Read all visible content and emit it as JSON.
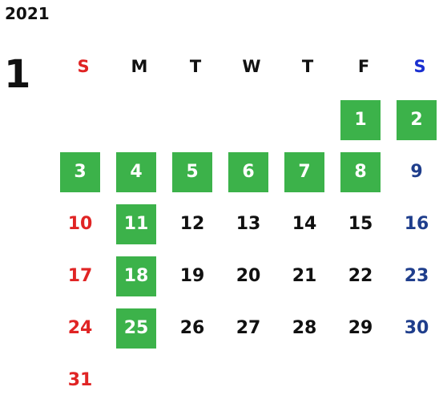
{
  "year": "2021",
  "month": "1",
  "weekdays": [
    "S",
    "M",
    "T",
    "W",
    "T",
    "F",
    "S"
  ],
  "colors": {
    "sunday": "#e02424",
    "saturday": "#1f3e8c",
    "weekday_header_sunday": "#e02424",
    "weekday_header_saturday": "#1a2fd0",
    "highlight_bg": "#3cb24a",
    "highlight_text": "#ffffff",
    "text": "#111111"
  },
  "first_weekday_index": 5,
  "days": [
    {
      "label": "1",
      "highlighted": true
    },
    {
      "label": "2",
      "highlighted": true
    },
    {
      "label": "3",
      "highlighted": true
    },
    {
      "label": "4",
      "highlighted": true
    },
    {
      "label": "5",
      "highlighted": true
    },
    {
      "label": "6",
      "highlighted": true
    },
    {
      "label": "7",
      "highlighted": true
    },
    {
      "label": "8",
      "highlighted": true
    },
    {
      "label": "9",
      "highlighted": false
    },
    {
      "label": "10",
      "highlighted": false
    },
    {
      "label": "11",
      "highlighted": true
    },
    {
      "label": "12",
      "highlighted": false
    },
    {
      "label": "13",
      "highlighted": false
    },
    {
      "label": "14",
      "highlighted": false
    },
    {
      "label": "15",
      "highlighted": false
    },
    {
      "label": "16",
      "highlighted": false
    },
    {
      "label": "17",
      "highlighted": false
    },
    {
      "label": "18",
      "highlighted": true
    },
    {
      "label": "19",
      "highlighted": false
    },
    {
      "label": "20",
      "highlighted": false
    },
    {
      "label": "21",
      "highlighted": false
    },
    {
      "label": "22",
      "highlighted": false
    },
    {
      "label": "23",
      "highlighted": false
    },
    {
      "label": "24",
      "highlighted": false
    },
    {
      "label": "25",
      "highlighted": true
    },
    {
      "label": "26",
      "highlighted": false
    },
    {
      "label": "27",
      "highlighted": false
    },
    {
      "label": "28",
      "highlighted": false
    },
    {
      "label": "29",
      "highlighted": false
    },
    {
      "label": "30",
      "highlighted": false
    },
    {
      "label": "31",
      "highlighted": false
    }
  ]
}
